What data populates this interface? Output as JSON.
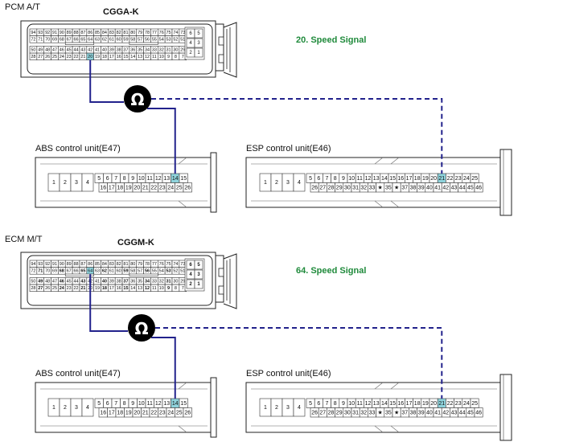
{
  "sections": [
    {
      "header": "PCM A/T",
      "connector_title": "CGGA-K",
      "signal_label": "20. Speed Signal",
      "meter_symbol": "Ω",
      "pcm_rows": [
        [
          "94",
          "93",
          "92",
          "91",
          "90",
          "89",
          "88",
          "87",
          "86",
          "85",
          "84",
          "83",
          "82",
          "81",
          "80",
          "79",
          "78",
          "77",
          "76",
          "75",
          "74",
          "73"
        ],
        [
          "72",
          "71",
          "70",
          "69",
          "68",
          "67",
          "66",
          "65",
          "64",
          "63",
          "62",
          "61",
          "60",
          "59",
          "58",
          "57",
          "56",
          "55",
          "54",
          "53",
          "52",
          "51"
        ],
        [
          "50",
          "49",
          "48",
          "47",
          "46",
          "45",
          "44",
          "43",
          "42",
          "41",
          "40",
          "39",
          "38",
          "37",
          "36",
          "35",
          "34",
          "33",
          "32",
          "31",
          "30",
          "29"
        ],
        [
          "28",
          "27",
          "26",
          "25",
          "24",
          "23",
          "22",
          "21",
          "20",
          "19",
          "18",
          "17",
          "16",
          "15",
          "14",
          "13",
          "12",
          "11",
          "10",
          "9",
          "8",
          "7"
        ]
      ],
      "pcm_side": [
        [
          "6",
          "5"
        ],
        [
          "4",
          "3"
        ],
        [
          "2",
          "1"
        ]
      ],
      "pcm_highlight": "20",
      "abs_label": "ABS control unit(E47)",
      "abs_top": [
        "1",
        "2",
        "3",
        "4",
        "5",
        "6",
        "7",
        "8",
        "9",
        "10",
        "11",
        "12",
        "13",
        "14",
        "15"
      ],
      "abs_bottom": [
        "16",
        "17",
        "18",
        "19",
        "20",
        "21",
        "22",
        "23",
        "24",
        "25",
        "26"
      ],
      "abs_highlight": "14",
      "esp_label": "ESP control unit(E46)",
      "esp_top": [
        "1",
        "2",
        "3",
        "4",
        "5",
        "6",
        "7",
        "8",
        "9",
        "10",
        "11",
        "12",
        "13",
        "14",
        "15",
        "16",
        "17",
        "18",
        "19",
        "20",
        "21",
        "22",
        "23",
        "24",
        "25"
      ],
      "esp_bottom": [
        "26",
        "27",
        "28",
        "29",
        "30",
        "31",
        "32",
        "33",
        "★",
        "35",
        "★",
        "37",
        "38",
        "39",
        "40",
        "41",
        "42",
        "43",
        "44",
        "45",
        "46"
      ],
      "esp_highlight": "21"
    },
    {
      "header": "ECM M/T",
      "connector_title": "CGGM-K",
      "signal_label": "64. Speed Signal",
      "meter_symbol": "Ω",
      "pcm_rows": [
        [
          "94",
          "93",
          "92",
          "91",
          "90",
          "89",
          "88",
          "87",
          "86",
          "85",
          "84",
          "83",
          "82",
          "81",
          "80",
          "79",
          "78",
          "77",
          "76",
          "75",
          "74",
          "73"
        ],
        [
          "72",
          "71",
          "70",
          "69",
          "68",
          "67",
          "66",
          "65",
          "64",
          "63",
          "62",
          "61",
          "60",
          "59",
          "58",
          "57",
          "56",
          "55",
          "54",
          "53",
          "52",
          "51"
        ],
        [
          "50",
          "49",
          "48",
          "47",
          "46",
          "45",
          "44",
          "43",
          "42",
          "41",
          "40",
          "39",
          "38",
          "37",
          "36",
          "35",
          "34",
          "33",
          "32",
          "31",
          "30",
          "29"
        ],
        [
          "28",
          "27",
          "26",
          "25",
          "24",
          "23",
          "22",
          "21",
          "20",
          "19",
          "18",
          "17",
          "16",
          "15",
          "14",
          "13",
          "12",
          "11",
          "10",
          "9",
          "8",
          "7"
        ]
      ],
      "pcm_side": [
        [
          "6",
          "5"
        ],
        [
          "4",
          "3"
        ],
        [
          "2",
          "1"
        ]
      ],
      "pcm_highlight": "64",
      "abs_label": "ABS control unit(E47)",
      "abs_top": [
        "1",
        "2",
        "3",
        "4",
        "5",
        "6",
        "7",
        "8",
        "9",
        "10",
        "11",
        "12",
        "13",
        "14",
        "15"
      ],
      "abs_bottom": [
        "16",
        "17",
        "18",
        "19",
        "20",
        "21",
        "22",
        "23",
        "24",
        "25",
        "26"
      ],
      "abs_highlight": "14",
      "esp_label": "ESP control unit(E46)",
      "esp_top": [
        "1",
        "2",
        "3",
        "4",
        "5",
        "6",
        "7",
        "8",
        "9",
        "10",
        "11",
        "12",
        "13",
        "14",
        "15",
        "16",
        "17",
        "18",
        "19",
        "20",
        "21",
        "22",
        "23",
        "24",
        "25"
      ],
      "esp_bottom": [
        "26",
        "27",
        "28",
        "29",
        "30",
        "31",
        "32",
        "33",
        "★",
        "35",
        "★",
        "37",
        "38",
        "39",
        "40",
        "41",
        "42",
        "43",
        "44",
        "45",
        "46"
      ],
      "esp_highlight": "21"
    }
  ],
  "colors": {
    "solid_wire": "#22228c",
    "dashed_wire": "#22228c",
    "highlight": "#8fd3dc",
    "signal_text": "#1f8a3b",
    "meter_fill": "#000000"
  }
}
